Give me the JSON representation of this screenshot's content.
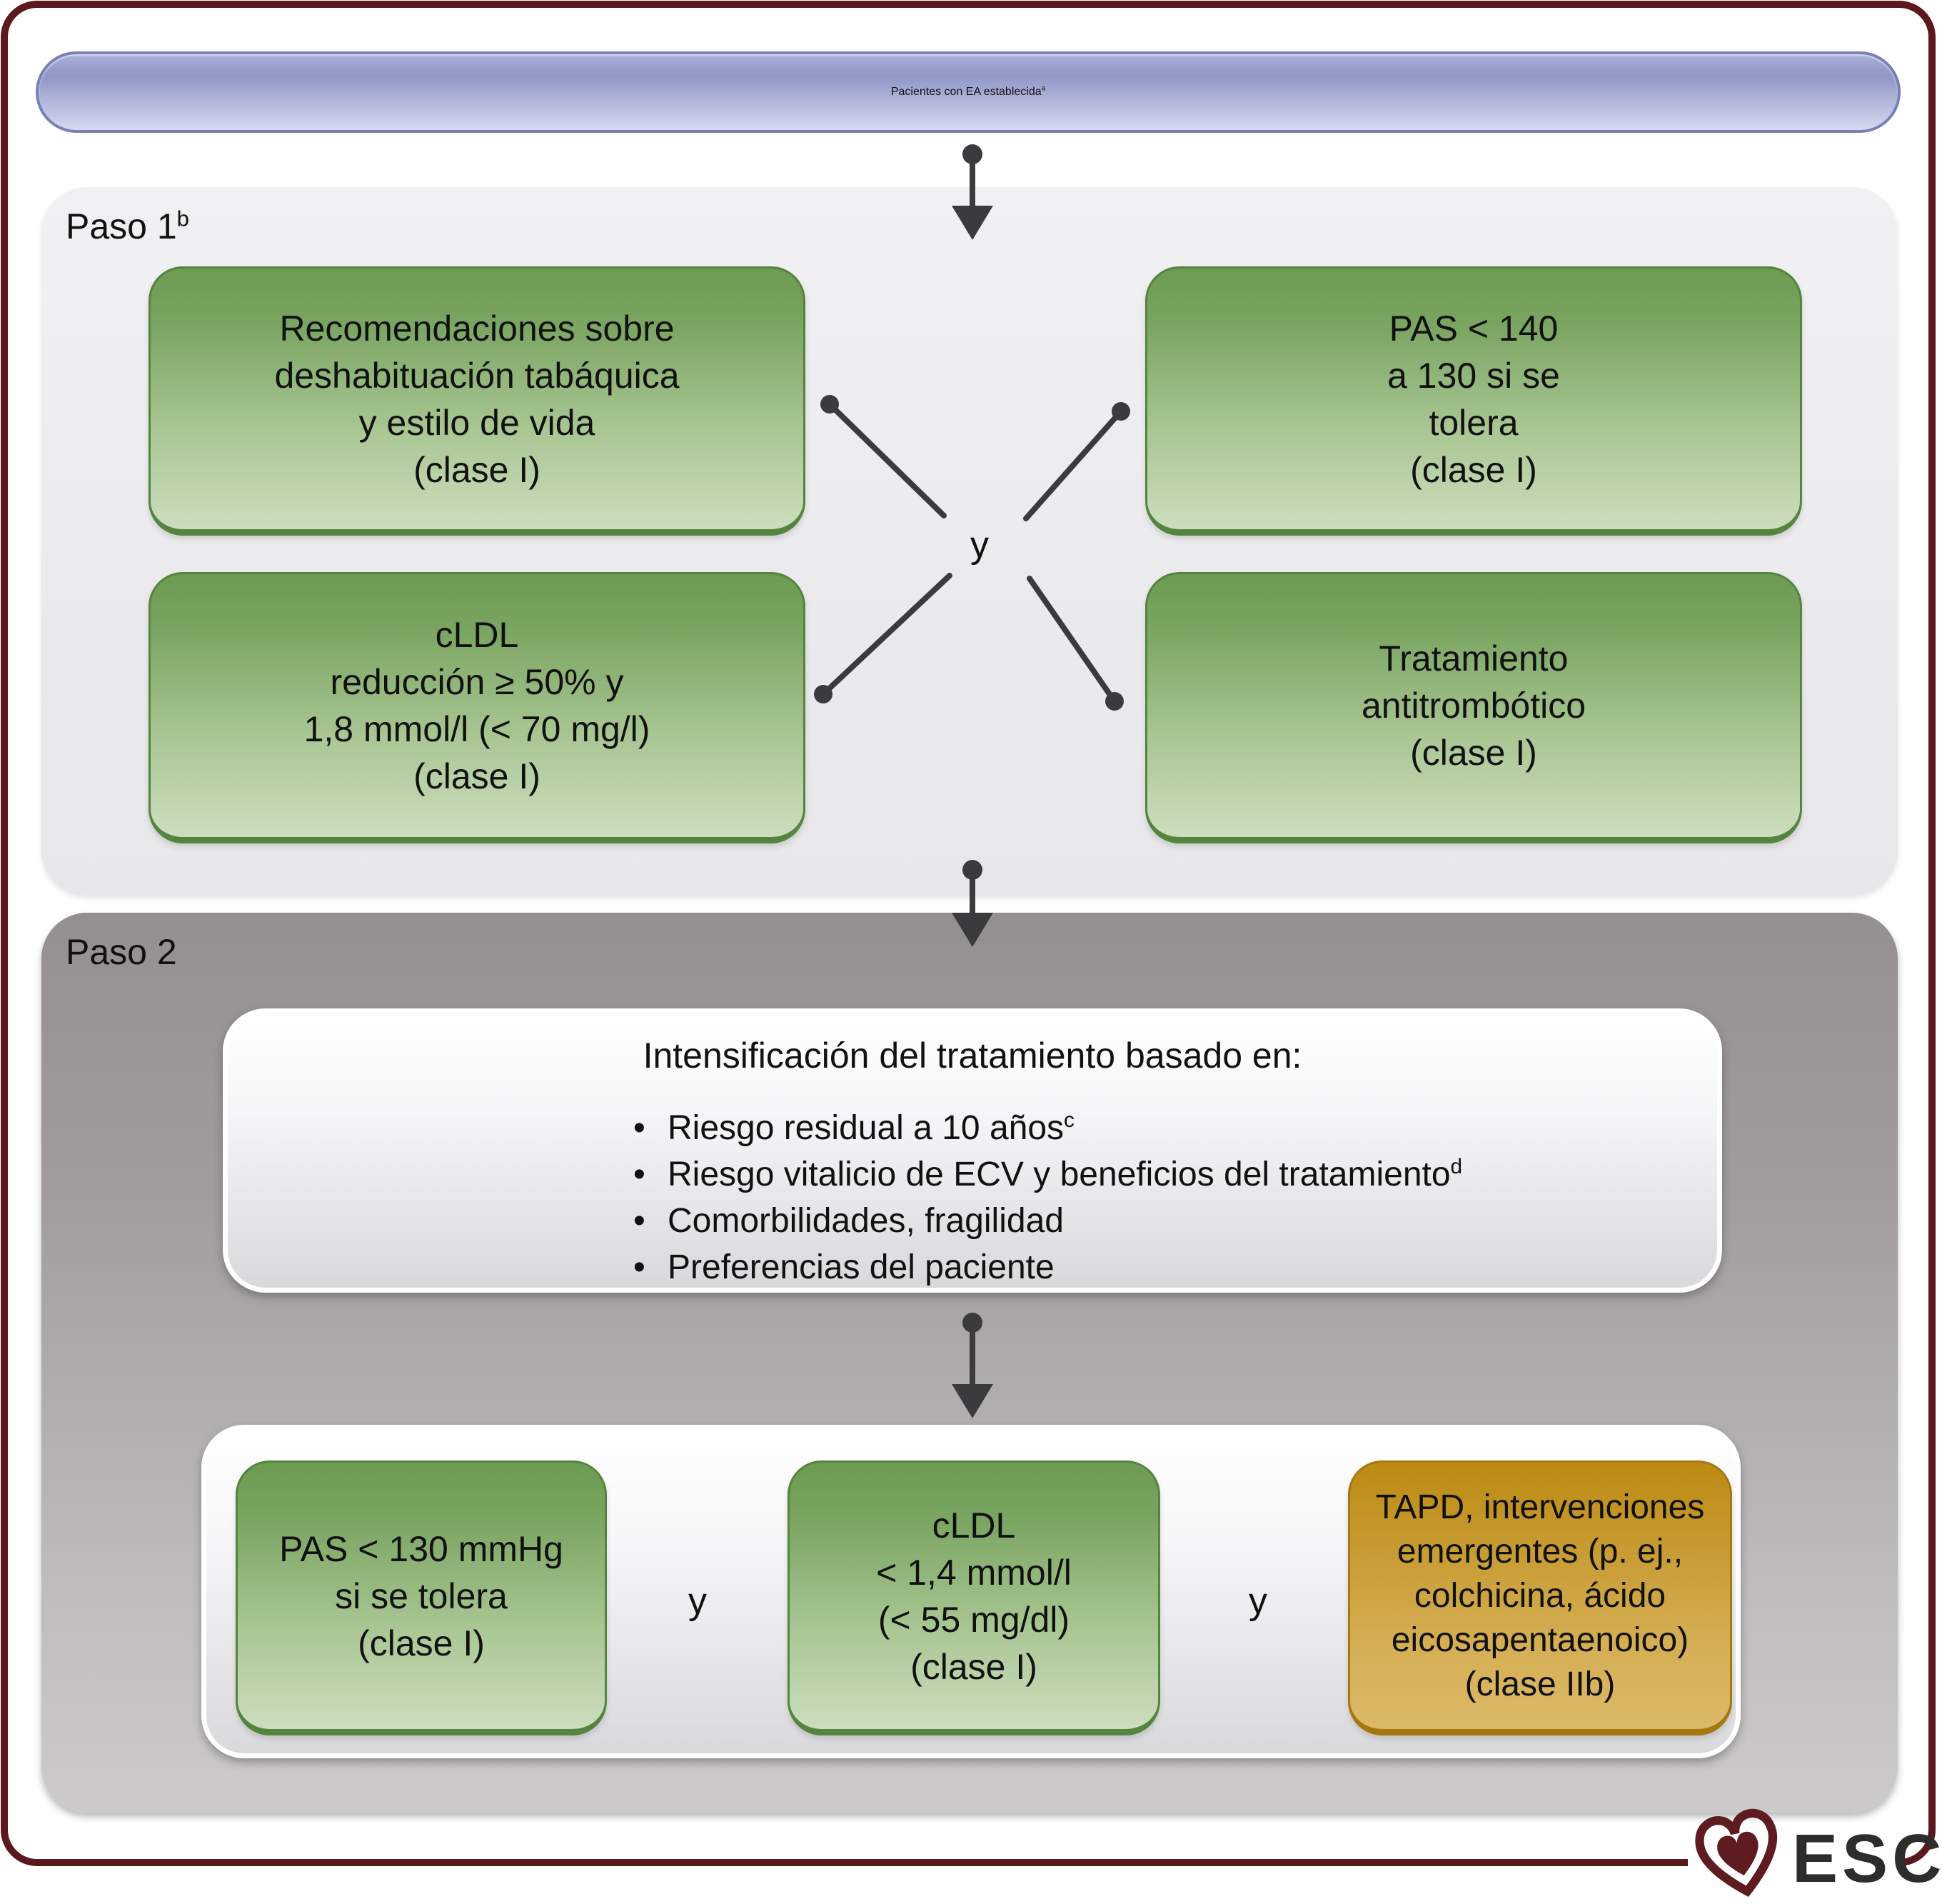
{
  "banner": {
    "text": "Pacientes con EA establecida",
    "sup": "a"
  },
  "and_label": "y",
  "step1": {
    "label": "Paso 1",
    "label_sup": "b",
    "boxes": {
      "lifestyle": "Recomendaciones sobre\ndeshabituación tabáquica\ny estilo de vida\n(clase I)",
      "pas": "PAS < 140\na 130 si se\ntolera\n(clase I)",
      "ldl": "cLDL\nreducción ≥ 50% y\n1,8 mmol/l (< 70 mg/l)\n(clase I)",
      "antithrombotic": "Tratamiento\nantitrombótico\n(clase I)"
    }
  },
  "step2": {
    "label": "Paso 2",
    "intensification": {
      "title": "Intensificación del tratamiento basado en:",
      "bullets": [
        {
          "text": "Riesgo residual a 10 años",
          "sup": "c"
        },
        {
          "text": "Riesgo vitalicio de ECV y beneficios del tratamiento",
          "sup": "d"
        },
        {
          "text": "Comorbilidades, fragilidad",
          "sup": ""
        },
        {
          "text": "Preferencias del paciente",
          "sup": ""
        }
      ]
    },
    "boxes": {
      "pas": "PAS < 130 mmHg\nsi se tolera\n(clase I)",
      "ldl": "cLDL\n< 1,4 mmol/l\n(< 55 mg/dl)\n(clase I)",
      "tapd": "TAPD, intervenciones\nemergentes (p. ej.,\ncolchicina, ácido\neicosapentaenoico)\n(clase IIb)"
    }
  },
  "footer": {
    "logo_text": "ESC"
  },
  "colors": {
    "border_maroon": "#5a191c",
    "banner_top": "#9096c6",
    "banner_bottom": "#d6d9f0",
    "banner_border": "#7880b5",
    "green_top": "#6c9b51",
    "green_bottom": "#cdddbe",
    "green_border": "#55843e",
    "orange_top": "#bc8a12",
    "orange_bottom": "#dcb968",
    "orange_border": "#a5770f",
    "step1_bg": "#ebebed",
    "step2_bg_top": "#949092",
    "step2_bg_bottom": "#cccaca",
    "arrow": "#3b3b3d"
  }
}
